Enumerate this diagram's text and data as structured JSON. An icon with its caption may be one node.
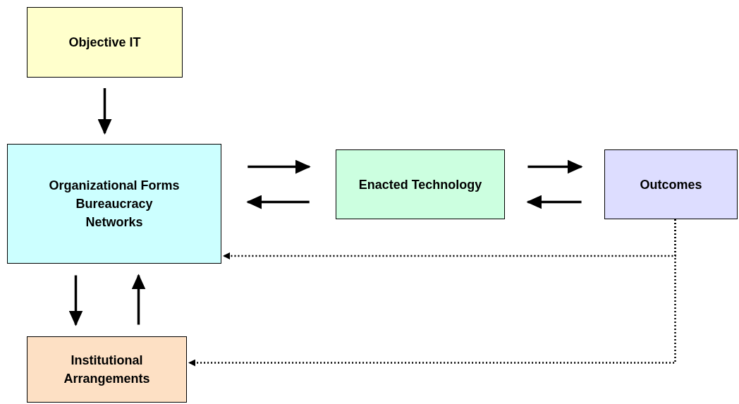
{
  "diagram": {
    "nodes": [
      {
        "text": [
          "Objective IT"
        ]
      },
      {
        "text": [
          "Organizational Forms",
          "Bureaucracy",
          "Networks"
        ]
      },
      {
        "text": [
          "Enacted Technology"
        ]
      },
      {
        "text": [
          "Outcomes"
        ]
      },
      {
        "text": [
          "Institutional Arrangements"
        ]
      }
    ],
    "edges": [
      {
        "from": 0,
        "to": 1,
        "arrow": "to"
      },
      {
        "from": 1,
        "to": 2,
        "arrow": "to"
      },
      {
        "from": 2,
        "to": 1,
        "arrow": "to"
      },
      {
        "from": 2,
        "to": 3,
        "arrow": "to"
      },
      {
        "from": 3,
        "to": 2,
        "arrow": "to"
      },
      {
        "from": 1,
        "to": 4,
        "arrow": "to"
      },
      {
        "from": 4,
        "to": 1,
        "arrow": "to"
      },
      {
        "from": 3,
        "to": 1,
        "arrow": "to",
        "style": "dashed"
      },
      {
        "from": 3,
        "to": 4,
        "arrow": "to",
        "style": "dashed"
      }
    ]
  }
}
